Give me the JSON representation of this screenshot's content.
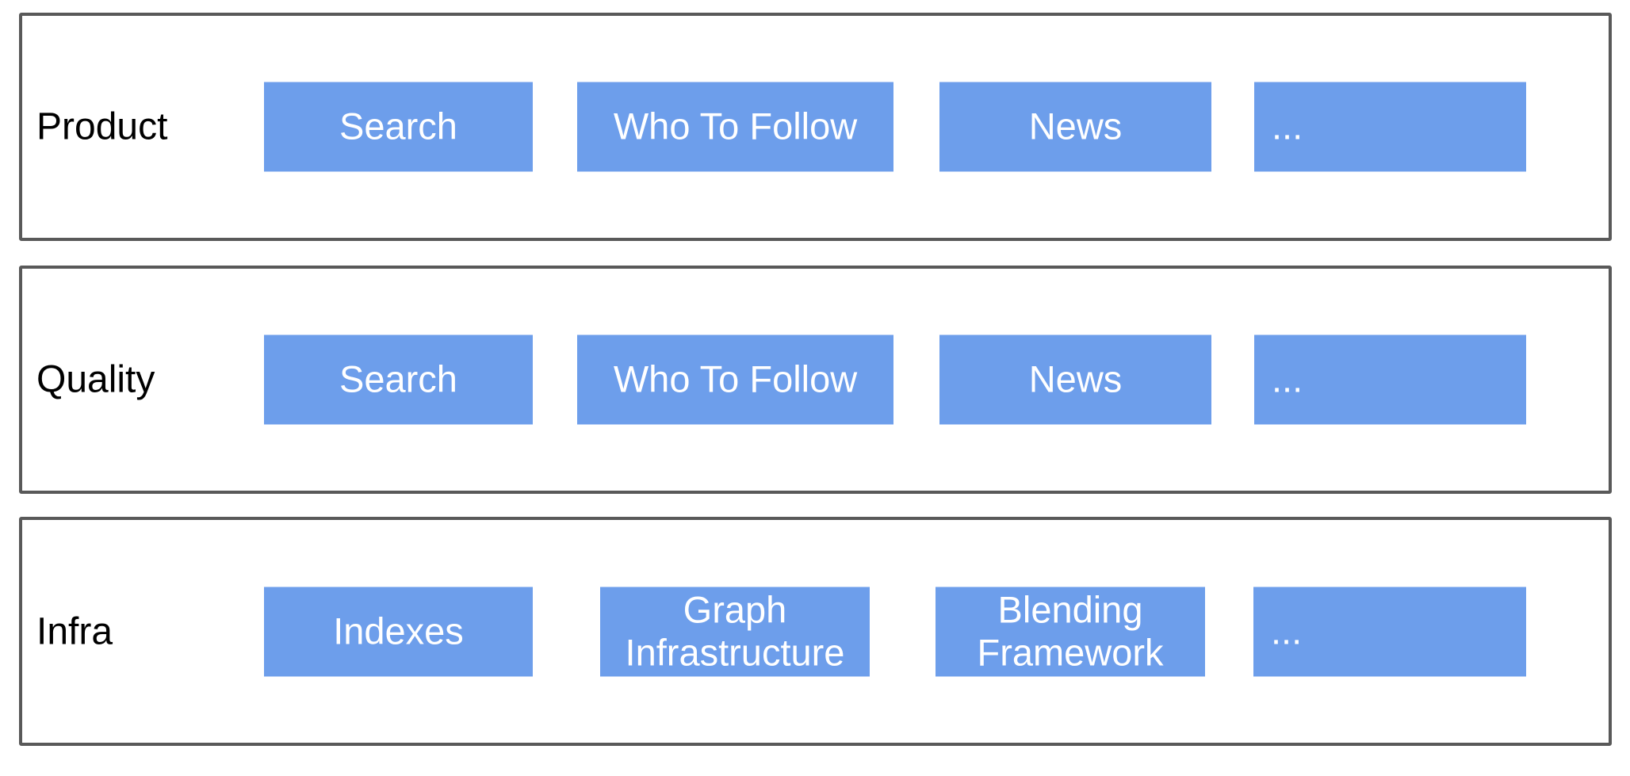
{
  "colors": {
    "box_fill": "#6D9EEB",
    "box_text": "#FFFFFF",
    "band_border": "#595959",
    "band_fill": "#FFFFFF",
    "label_text": "#000000",
    "page_bg": "#FFFFFF"
  },
  "rows": [
    {
      "label": "Product",
      "boxes": [
        "Search",
        "Who To Follow",
        "News",
        "..."
      ]
    },
    {
      "label": "Quality",
      "boxes": [
        "Search",
        "Who To Follow",
        "News",
        "..."
      ]
    },
    {
      "label": "Infra",
      "boxes": [
        "Indexes",
        "Graph Infrastructure",
        "Blending Framework",
        "..."
      ]
    }
  ]
}
